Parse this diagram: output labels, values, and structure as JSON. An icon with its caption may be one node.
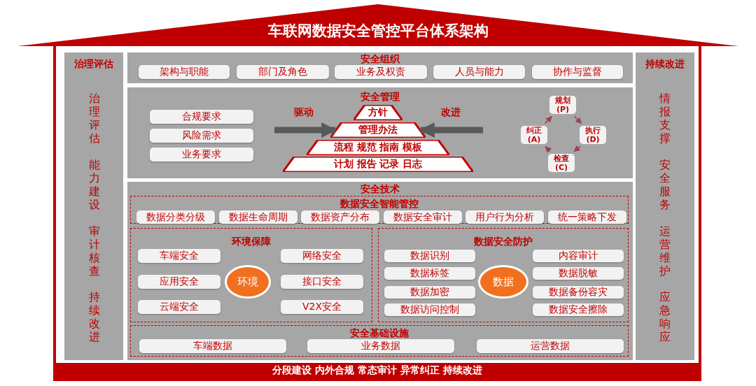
{
  "diagram": {
    "title": "车联网数据安全管控平台体系架构",
    "nodes": [
      {
        "text": [
          "治理评估"
        ]
      },
      {
        "text": [
          "治理评估"
        ],
        "in": 0
      },
      {
        "text": [
          "能力建设"
        ],
        "in": 0
      },
      {
        "text": [
          "审计核查"
        ],
        "in": 0
      },
      {
        "text": [
          "持续改进"
        ],
        "in": 0
      },
      {
        "text": [
          "安全组织"
        ]
      },
      {
        "text": [
          "架构与职能"
        ],
        "in": 5
      },
      {
        "text": [
          "部门及角色"
        ],
        "in": 5
      },
      {
        "text": [
          "业务及权责"
        ],
        "in": 5
      },
      {
        "text": [
          "人员与能力"
        ],
        "in": 5
      },
      {
        "text": [
          "协作与监督"
        ],
        "in": 5
      },
      {
        "text": [
          "安全管理"
        ]
      },
      {
        "text": [
          "合规要求"
        ],
        "in": 11
      },
      {
        "text": [
          "风险需求"
        ],
        "in": 11
      },
      {
        "text": [
          "业务要求"
        ],
        "in": 11
      },
      {
        "text": [
          "方针"
        ],
        "in": 11
      },
      {
        "text": [
          "管理办法"
        ],
        "in": 11
      },
      {
        "text": [
          "流程 规范 指南 模板"
        ],
        "in": 11
      },
      {
        "text": [
          "计划 报告 记录 日志"
        ],
        "in": 11
      },
      {
        "text": [
          "规划 (P)"
        ],
        "in": 11
      },
      {
        "text": [
          "纠正 (A)"
        ],
        "in": 11
      },
      {
        "text": [
          "执行 (D)"
        ],
        "in": 11
      },
      {
        "text": [
          "检查 (C)"
        ],
        "in": 11
      },
      {
        "text": [
          "安全技术"
        ]
      },
      {
        "text": [
          "数据安全智能管控"
        ],
        "in": 23
      },
      {
        "text": [
          "数据分类分级"
        ],
        "in": 24
      },
      {
        "text": [
          "数据生命周期"
        ],
        "in": 24
      },
      {
        "text": [
          "数据资产分布"
        ],
        "in": 24
      },
      {
        "text": [
          "数据安全审计"
        ],
        "in": 24
      },
      {
        "text": [
          "用户行为分析"
        ],
        "in": 24
      },
      {
        "text": [
          "统一策略下发"
        ],
        "in": 24
      },
      {
        "text": [
          "环境保障"
        ],
        "in": 23
      },
      {
        "text": [
          "车端安全"
        ],
        "in": 31
      },
      {
        "text": [
          "网络安全"
        ],
        "in": 31
      },
      {
        "text": [
          "应用安全"
        ],
        "in": 31
      },
      {
        "text": [
          "环境"
        ],
        "in": 31
      },
      {
        "text": [
          "接口安全"
        ],
        "in": 31
      },
      {
        "text": [
          "云端安全"
        ],
        "in": 31
      },
      {
        "text": [
          "V2X安全"
        ],
        "in": 31
      },
      {
        "text": [
          "数据安全防护"
        ],
        "in": 23
      },
      {
        "text": [
          "数据识别"
        ],
        "in": 39
      },
      {
        "text": [
          "内容审计"
        ],
        "in": 39
      },
      {
        "text": [
          "数据标签"
        ],
        "in": 39
      },
      {
        "text": [
          "数据"
        ],
        "in": 39
      },
      {
        "text": [
          "数据脱敏"
        ],
        "in": 39
      },
      {
        "text": [
          "数据加密"
        ],
        "in": 39
      },
      {
        "text": [
          "数据备份容灾"
        ],
        "in": 39
      },
      {
        "text": [
          "数据访问控制"
        ],
        "in": 39
      },
      {
        "text": [
          "数据安全擦除"
        ],
        "in": 39
      },
      {
        "text": [
          "安全基础设施"
        ],
        "in": 23
      },
      {
        "text": [
          "车端数据"
        ],
        "in": 49
      },
      {
        "text": [
          "业务数据"
        ],
        "in": 49
      },
      {
        "text": [
          "运营数据"
        ],
        "in": 49
      },
      {
        "text": [
          "持续改进"
        ]
      },
      {
        "text": [
          "情报支撑"
        ],
        "in": 53
      },
      {
        "text": [
          "安全服务"
        ],
        "in": 53
      },
      {
        "text": [
          "运营维护"
        ],
        "in": 53
      },
      {
        "text": [
          "应急响应"
        ],
        "in": 53
      },
      {
        "text": [
          "分段建设 内外合规 常态审计 异常纠正 持续改进"
        ]
      }
    ],
    "edges": [
      {
        "from": null,
        "to": 16,
        "arrow": "to",
        "label": "驱动",
        "style": "thick",
        "color": "#595959"
      },
      {
        "from": null,
        "to": 16,
        "arrow": "to",
        "label": "改进",
        "style": "thick",
        "color": "#595959"
      },
      {
        "from": 19,
        "to": 21,
        "arrow": "to"
      },
      {
        "from": 21,
        "to": 22,
        "arrow": "to"
      },
      {
        "from": 22,
        "to": 20,
        "arrow": "to"
      },
      {
        "from": 20,
        "to": 19,
        "arrow": "to"
      }
    ]
  }
}
